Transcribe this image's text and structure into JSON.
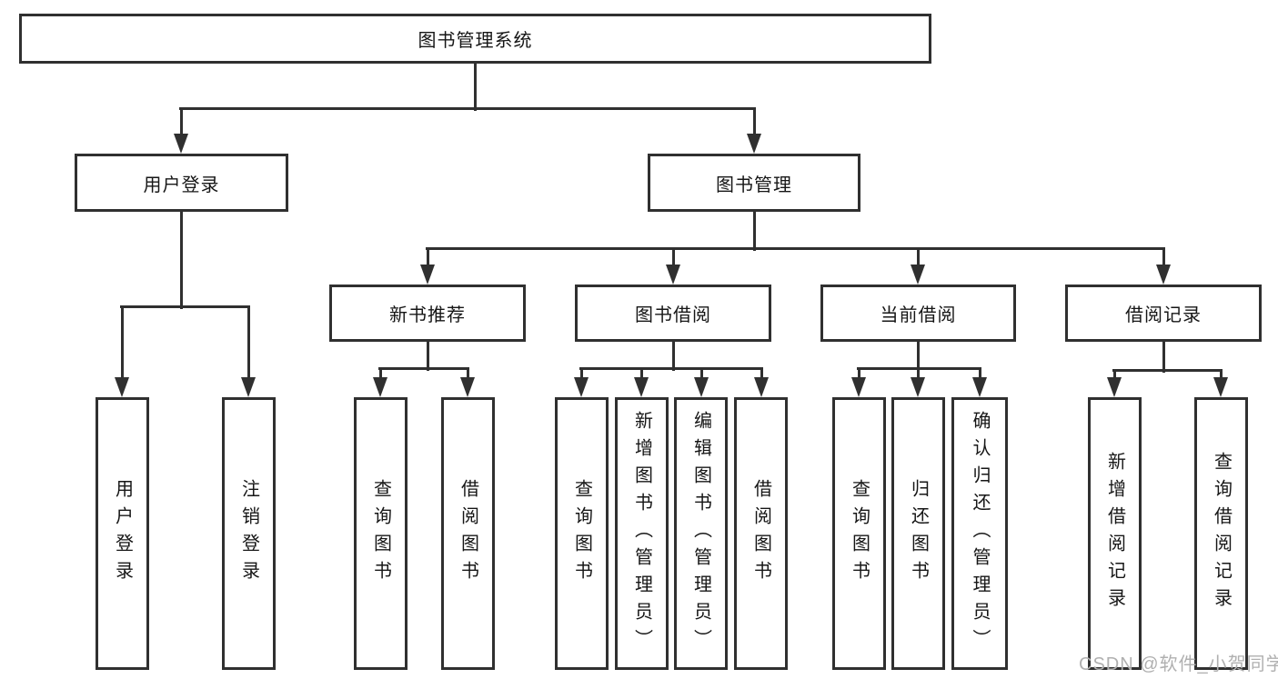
{
  "diagram": {
    "type": "tree",
    "title": "图书管理系统"
  },
  "colors": {
    "line": "#303030",
    "text": "#161616",
    "watermark": "#b0b0b0",
    "background": "#ffffff"
  },
  "nodes": {
    "root": {
      "label": "图书管理系统"
    },
    "level2": [
      {
        "id": "user-login",
        "label": "用户登录",
        "parent": "图书管理系统"
      },
      {
        "id": "book-management",
        "label": "图书管理",
        "parent": "图书管理系统"
      }
    ],
    "level3": [
      {
        "id": "new-book-recommend",
        "label": "新书推荐",
        "parent": "图书管理"
      },
      {
        "id": "book-borrowing",
        "label": "图书借阅",
        "parent": "图书管理"
      },
      {
        "id": "current-borrowing",
        "label": "当前借阅",
        "parent": "图书管理"
      },
      {
        "id": "borrow-records",
        "label": "借阅记录",
        "parent": "图书管理"
      }
    ],
    "leaves": [
      {
        "label": "用户登录",
        "parent": "用户登录"
      },
      {
        "label": "注销登录",
        "parent": "用户登录"
      },
      {
        "label": "查询图书",
        "parent": "新书推荐"
      },
      {
        "label": "借阅图书",
        "parent": "新书推荐"
      },
      {
        "label": "查询图书",
        "parent": "图书借阅"
      },
      {
        "label": "新增图书（管理员）",
        "parent": "图书借阅"
      },
      {
        "label": "编辑图书（管理员）",
        "parent": "图书借阅"
      },
      {
        "label": "借阅图书",
        "parent": "图书借阅"
      },
      {
        "label": "查询图书",
        "parent": "当前借阅"
      },
      {
        "label": "归还图书",
        "parent": "当前借阅"
      },
      {
        "label": "确认归还（管理员）",
        "parent": "当前借阅"
      },
      {
        "label": "新增借阅记录",
        "parent": "借阅记录"
      },
      {
        "label": "查询借阅记录",
        "parent": "借阅记录"
      }
    ]
  },
  "watermark": {
    "text": "CSDN @软件_小贺同学"
  }
}
